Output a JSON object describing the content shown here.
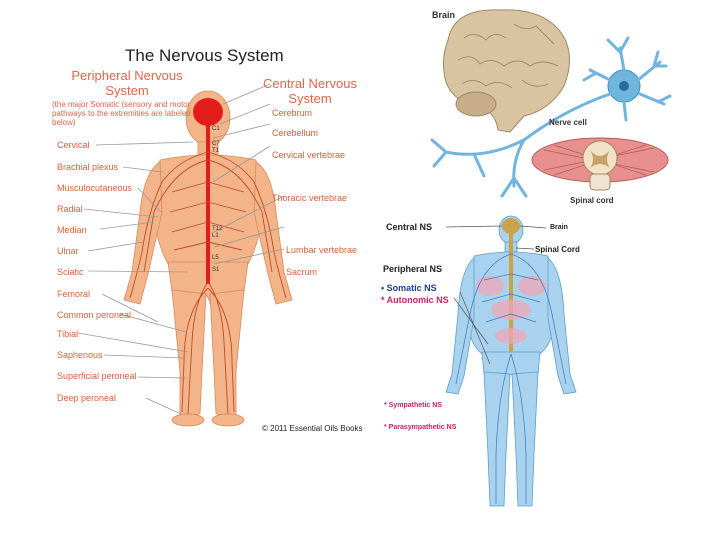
{
  "title": "The Nervous System",
  "pns": {
    "title": "Peripheral Nervous System",
    "note": "(the major Somatic (sensory and motor pathways to the extremities are labeled below)",
    "labels": [
      "Cervical",
      "Brachial plexus",
      "Musculocutaneous",
      "Radial",
      "Median",
      "Ulnar",
      "Sciatic",
      "Femoral",
      "Common peroneal",
      "Tibial",
      "Saphenous",
      "Superficial peroneal",
      "Deep peroneal"
    ]
  },
  "cns": {
    "title": "Central Nervous System",
    "labels": [
      "Cerebrum",
      "Cerebellum",
      "Cervical vertebrae",
      "Thoracic vertebrae",
      "Lumbar vertebrae",
      "Sacrum"
    ]
  },
  "spine_marks": [
    "C1",
    "C7",
    "T1",
    "T12",
    "L1",
    "L5",
    "S1"
  ],
  "copyright": "© 2011 Essential Oils Books",
  "right": {
    "brain": "Brain",
    "nerve_cell": "Nerve cell",
    "spinal_cord": "Spinal cord",
    "central_ns": "Central NS",
    "brain2": "Brain",
    "spinal_cord2": "Spinal Cord",
    "peripheral_ns": "Peripheral NS",
    "somatic_ns": "• Somatic NS",
    "autonomic_ns": "* Autonomic NS",
    "sympathetic_ns": "* Sympathetic NS",
    "parasympathetic_ns": "* Parasympathetic NS"
  },
  "colors": {
    "skin": "#f2b488",
    "nerve": "#c24a2a",
    "label": "#d9603e",
    "cns_red": "#e31b1b",
    "brain_tan": "#d9c4a2",
    "neuron_blue": "#6fb5dd",
    "body_blue": "#a8d2ee",
    "cns_gold": "#caa24a"
  }
}
